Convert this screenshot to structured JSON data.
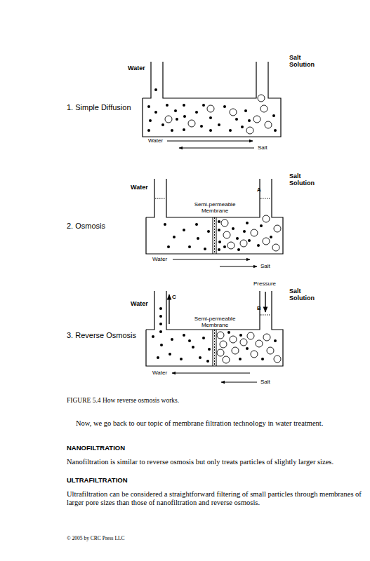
{
  "diagram": {
    "caption": "FIGURE 5.4 How reverse osmosis works.",
    "labels": [
      "Water",
      "Salt Solution",
      "1. Simple Diffusion",
      "Water",
      "Salt",
      "Water",
      "A",
      "Salt Solution",
      "Semi-permeable Membrane",
      "2. Osmosis",
      "Water",
      "Salt",
      "Pressure",
      "Salt Solution",
      "C",
      "Water",
      "B",
      "Semi-permeable Membrane",
      "3. Reverse Osmosis",
      "Water",
      "Salt",
      "Now, we go back to our topic of membrane filtration technology in water treatment.",
      "NANOFILTRATION",
      "Nanofiltration is similar to reverse osmosis but only treats particles of slightly larger sizes.",
      "ULTRAFILTRATION",
      "Ultrafiltration can be considered a straightforward filtering of small particles through membranes of larger pore sizes than those of nanofiltration and reverse osmosis.",
      "© 2005 by CRC Press LLC"
    ]
  }
}
